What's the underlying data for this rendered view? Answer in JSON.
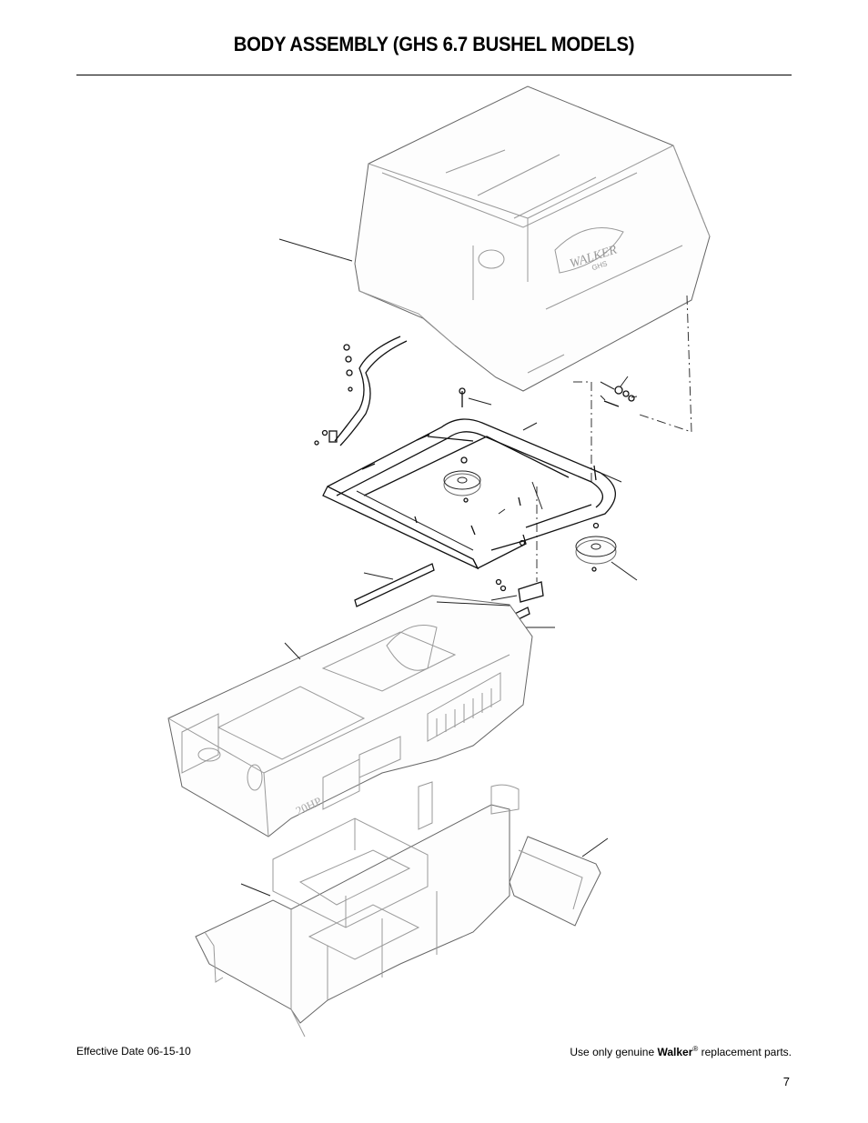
{
  "page": {
    "title": "BODY ASSEMBLY (GHS 6.7 BUSHEL MODELS)",
    "effective_date": "Effective Date 06-15-10",
    "footer_text_before_brand": "Use only genuine ",
    "footer_brand": "Walker",
    "footer_registered_mark": "®",
    "footer_text_after_brand": " replacement parts.",
    "page_number": "7"
  },
  "diagram": {
    "hopper_logo_text": "WALKER",
    "hopper_model_text": "GHS",
    "body_hp_text": "20HP"
  }
}
